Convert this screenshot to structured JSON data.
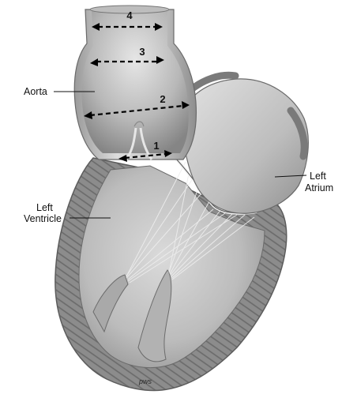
{
  "labels": {
    "aorta": "Aorta",
    "left_ventricle_line1": "Left",
    "left_ventricle_line2": "Ventricle",
    "left_atrium_line1": "Left",
    "left_atrium_line2": "Atrium"
  },
  "measurements": [
    "1",
    "2",
    "3",
    "4"
  ],
  "signature": "pws",
  "colors": {
    "background": "#ffffff",
    "muscle_wall": "#8a8a8a",
    "chamber_fill": "#c8c8c8",
    "chordae": "#e8e8e8",
    "dimension_arrow": "#000000"
  }
}
